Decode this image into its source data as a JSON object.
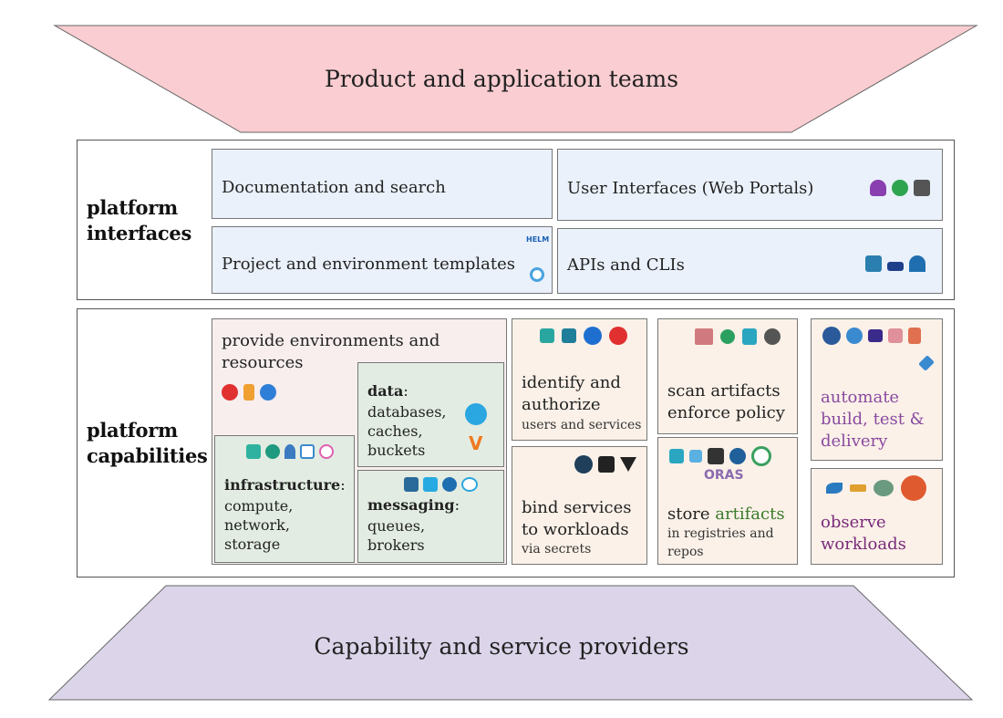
{
  "top_banner": {
    "label": "Product and application teams",
    "color": "#f9cdd1"
  },
  "bottom_banner": {
    "label": "Capability and service providers",
    "color": "#dcd5ea"
  },
  "interfaces": {
    "label_line1": "platform",
    "label_line2": "interfaces",
    "cards": {
      "docs": "Documentation and search",
      "ui": "User Interfaces (Web Portals)",
      "templates": "Project and environment templates",
      "apis": "APIs and CLIs"
    },
    "helm_text": "HELM"
  },
  "capabilities": {
    "label_line1": "platform",
    "label_line2": "capabilities",
    "provide": {
      "line1": "provide environments and",
      "line2": "resources"
    },
    "data": {
      "title": "data",
      "colon": ":",
      "l1": "databases,",
      "l2": "caches,",
      "l3": "buckets"
    },
    "infra": {
      "title": "infrastructure",
      "colon": ":",
      "l1": "compute,",
      "l2": "network,",
      "l3": "storage"
    },
    "messaging": {
      "title": "messaging",
      "colon": ":",
      "l1": "queues,",
      "l2": "brokers"
    },
    "identify": {
      "l1": "identify and",
      "l2": "authorize",
      "sub": "users and services"
    },
    "bind": {
      "l1": "bind services",
      "l2": "to workloads",
      "sub": "via secrets"
    },
    "scan": {
      "l1": "scan artifacts",
      "l2": "enforce policy"
    },
    "store": {
      "pre": "store ",
      "accent": "artifacts",
      "sub1": "in registries and",
      "sub2": "repos",
      "oras": "ORAS"
    },
    "automate": {
      "l1": "automate",
      "l2": "build, test &",
      "l3": "delivery"
    },
    "observe": {
      "l1": "observe",
      "l2": "workloads"
    }
  },
  "icons": [
    "backstage-icon",
    "alien-icon",
    "cube-stack-icon",
    "helm-icon",
    "target-icon",
    "cube-icon",
    "hat-icon",
    "ship-icon",
    "bolt-icon",
    "flame-icon",
    "gear-hex-icon",
    "octopus-icon",
    "v-logo-icon",
    "cube-green-icon",
    "shield-icon",
    "sail-icon",
    "box-icon",
    "ring-icon",
    "lambda-icon",
    "nats-icon",
    "kafka-icon",
    "cloud-icon"
  ]
}
